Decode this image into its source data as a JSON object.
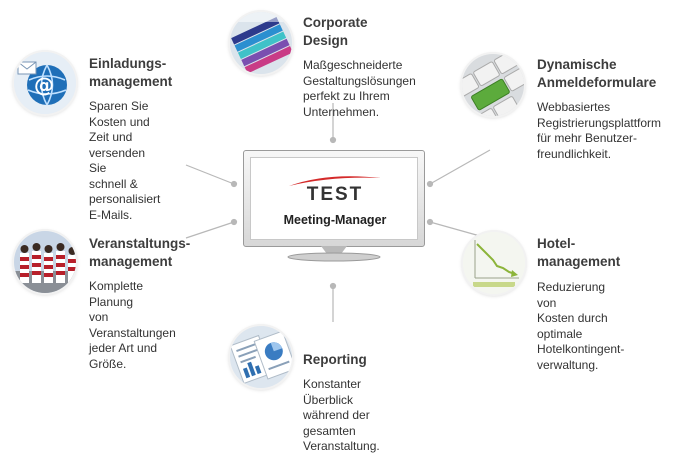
{
  "features": {
    "corporate": {
      "title": "Corporate\nDesign",
      "description": "Maßgeschneiderte\nGestaltungslösungen\nperfekt zu Ihrem\nUnternehmen.",
      "icon": "color-swatches-icon"
    },
    "einladung": {
      "title": "Einladungs-\nmanagement",
      "description": "Sparen Sie Kosten und\nZeit und versenden Sie\nschnell & personalisiert\nE-Mails.",
      "icon": "email-globe-icon"
    },
    "anmelde": {
      "title": "Dynamische\nAnmeldeformulare",
      "description": "Webbasiertes\nRegistrierungsplattform\nfür mehr Benutzer-\nfreundlichkeit.",
      "icon": "keyboard-key-icon"
    },
    "veranstaltung": {
      "title": "Veranstaltungs-\nmanagement",
      "description": "Komplette Planung\nvon Veranstaltungen\njeder Art und Größe.",
      "icon": "crowd-icon"
    },
    "hotel": {
      "title": "Hotel-\nmanagement",
      "description": "Reduzierung von\nKosten durch optimale\nHotelkontingent-\nverwaltung.",
      "icon": "declining-chart-icon"
    },
    "reporting": {
      "title": "Reporting",
      "description": "Konstanter Überblick\nwährend der gesamten\nVeranstaltung.",
      "icon": "report-documents-icon"
    }
  },
  "monitor": {
    "logo": "TEST",
    "subtitle": "Meeting-Manager",
    "logo_color": "#d42a2a"
  },
  "colors": {
    "connector": "#b8b8b8",
    "text": "#333333",
    "title": "#3d3d3d"
  }
}
